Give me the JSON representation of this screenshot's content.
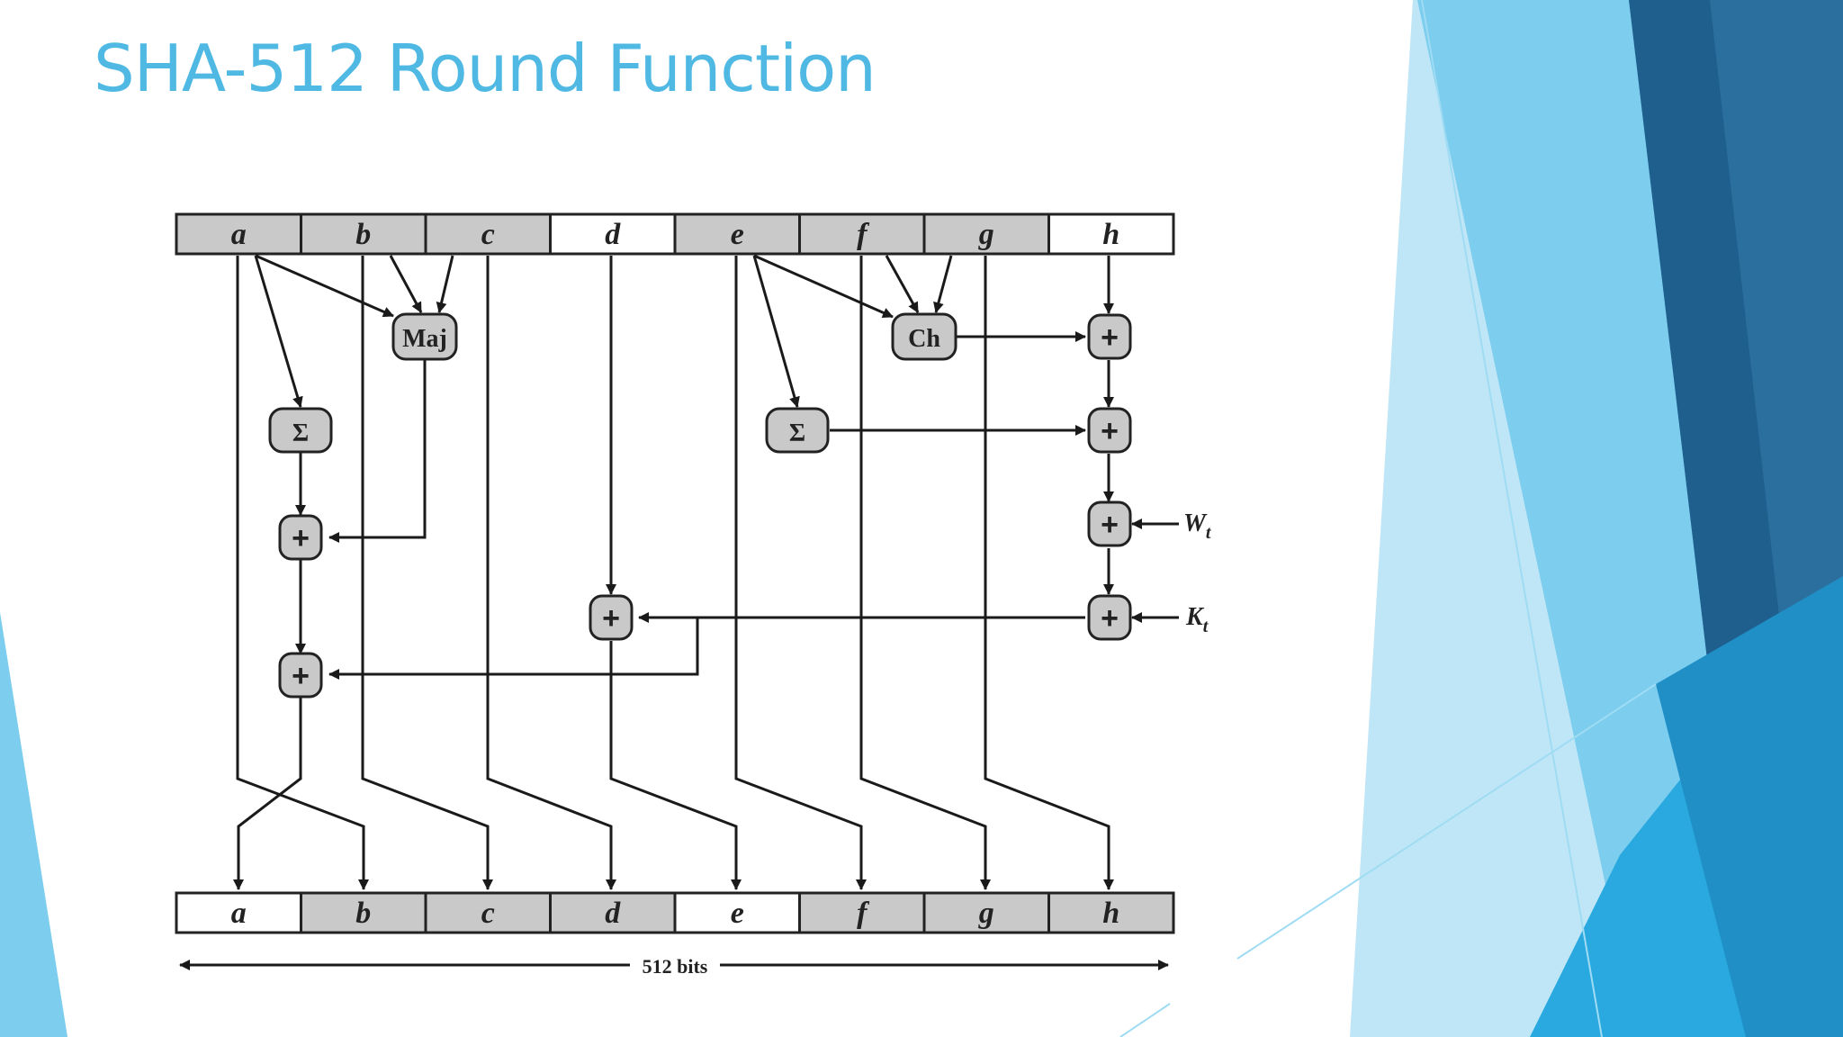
{
  "slide": {
    "title": "SHA-512 Round Function",
    "colors": {
      "title": "#4fb9e3",
      "decor_light": "#bfe6f6",
      "decor_mid": "#5fc3ea",
      "decor_bright": "#29a9e0",
      "decor_dark": "#2a6f9e"
    }
  },
  "diagram": {
    "top_registers": [
      {
        "label": "a",
        "shaded": true
      },
      {
        "label": "b",
        "shaded": true
      },
      {
        "label": "c",
        "shaded": true
      },
      {
        "label": "d",
        "shaded": false
      },
      {
        "label": "e",
        "shaded": true
      },
      {
        "label": "f",
        "shaded": true
      },
      {
        "label": "g",
        "shaded": true
      },
      {
        "label": "h",
        "shaded": false
      }
    ],
    "bottom_registers": [
      {
        "label": "a",
        "shaded": false
      },
      {
        "label": "b",
        "shaded": true
      },
      {
        "label": "c",
        "shaded": true
      },
      {
        "label": "d",
        "shaded": true
      },
      {
        "label": "e",
        "shaded": false
      },
      {
        "label": "f",
        "shaded": true
      },
      {
        "label": "g",
        "shaded": true
      },
      {
        "label": "h",
        "shaded": true
      }
    ],
    "maj_label": "Maj",
    "ch_label": "Ch",
    "sigma_label": "Σ",
    "plus_label": "+",
    "w_label": {
      "base": "W",
      "sub": "t"
    },
    "k_label": {
      "base": "K",
      "sub": "t"
    },
    "width_label": "512 bits"
  }
}
